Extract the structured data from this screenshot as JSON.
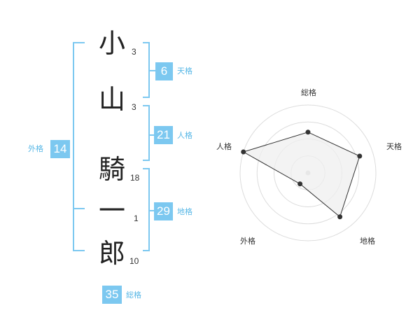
{
  "name": {
    "chars": [
      {
        "char": "小",
        "strokes": "3"
      },
      {
        "char": "山",
        "strokes": "3"
      },
      {
        "char": "騎",
        "strokes": "18"
      },
      {
        "char": "一",
        "strokes": "1"
      },
      {
        "char": "郎",
        "strokes": "10"
      }
    ]
  },
  "kaku": {
    "tenkaku": {
      "value": "6",
      "label": "天格"
    },
    "jinkaku": {
      "value": "21",
      "label": "人格"
    },
    "chikaku": {
      "value": "29",
      "label": "地格"
    },
    "gaikaku": {
      "value": "14",
      "label": "外格"
    },
    "soukaku": {
      "value": "35",
      "label": "総格"
    }
  },
  "colors": {
    "accent": "#7cc8f0",
    "accent_text": "#57b7e6"
  },
  "chart_data": {
    "type": "radar",
    "axes": [
      "総格",
      "天格",
      "地格",
      "外格",
      "人格"
    ],
    "max": 5,
    "values": [
      3,
      4,
      4,
      1,
      5
    ],
    "rings": 4,
    "fill": "#efefef",
    "stroke": "#333333"
  }
}
